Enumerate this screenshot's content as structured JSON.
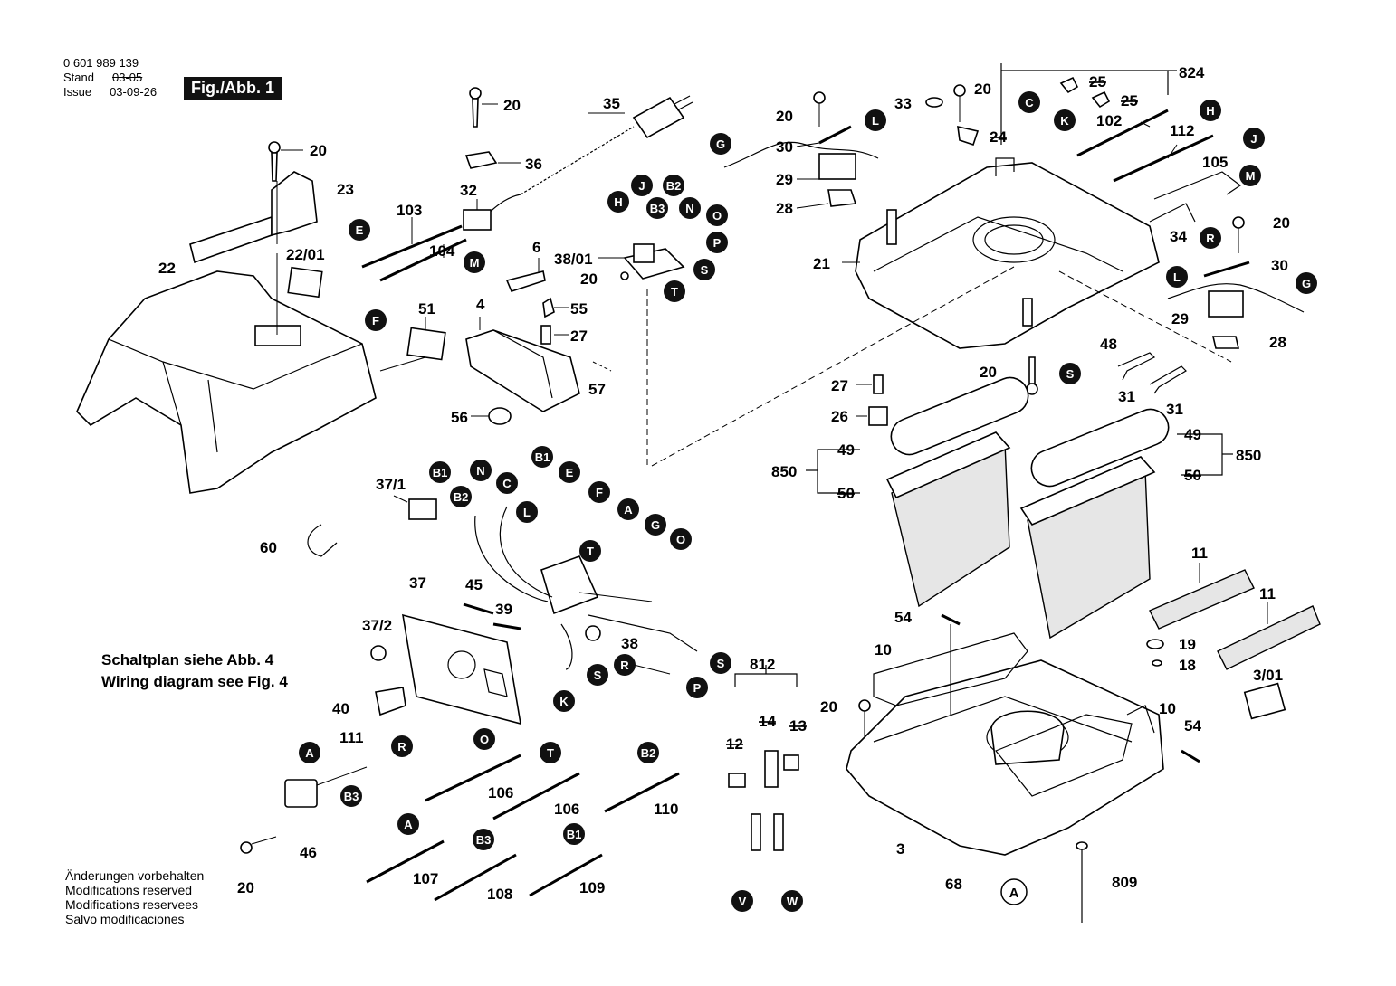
{
  "header": {
    "part_number": "0 601 989 139",
    "stand_label": "Stand",
    "stand_value": "03-05",
    "issue_label": "Issue",
    "issue_value": "03-09-26",
    "figure": "Fig./Abb. 1"
  },
  "notes": {
    "schaltplan": "Schaltplan siehe Abb. 4",
    "wiring": "Wiring diagram see Fig. 4"
  },
  "disclaimer": [
    "Änderungen vorbehalten",
    "Modifications reserved",
    "Modifications reservees",
    "Salvo modificaciones"
  ],
  "labels": {
    "l20a": "20",
    "l23": "23",
    "l22": "22",
    "l2201": "22/01",
    "l20b": "20",
    "l36": "36",
    "l35": "35",
    "l32": "32",
    "l103": "103",
    "l104": "104",
    "l6": "6",
    "l51": "51",
    "l4": "4",
    "l55": "55",
    "l27a": "27",
    "l57": "57",
    "l56": "56",
    "l3801": "38/01",
    "l20c": "20",
    "l20d": "20",
    "l30a": "30",
    "l29a": "29",
    "l28a": "28",
    "l33": "33",
    "l20e": "20",
    "l24": "24",
    "l25a": "25",
    "l25b": "25",
    "l824": "824",
    "l102": "102",
    "l112": "112",
    "l105": "105",
    "l34": "34",
    "l20f": "20",
    "l30b": "30",
    "l29b": "29",
    "l28b": "28",
    "l21": "21",
    "l48": "48",
    "l20g": "20",
    "l31a": "31",
    "l31b": "31",
    "l27b": "27",
    "l26": "26",
    "l49a": "49",
    "l850a": "850",
    "l50a": "50",
    "l49b": "49",
    "l850b": "850",
    "l50b": "50",
    "l11a": "11",
    "l11b": "11",
    "l371": "37/1",
    "l60": "60",
    "l45": "45",
    "l39": "39",
    "l372": "37/2",
    "l37": "37",
    "l38": "38",
    "l40": "40",
    "l54a": "54",
    "l10a": "10",
    "l812": "812",
    "l14": "14",
    "l13": "13",
    "l12": "12",
    "l20h": "20",
    "l19": "19",
    "l18": "18",
    "l301": "3/01",
    "l10b": "10",
    "l54b": "54",
    "l111": "111",
    "l46": "46",
    "l20i": "20",
    "l106a": "106",
    "l106b": "106",
    "l110": "110",
    "l107": "107",
    "l108": "108",
    "l109": "109",
    "l3": "3",
    "l68": "68",
    "l809": "809"
  },
  "badges": {
    "E1": "E",
    "F1": "F",
    "M1": "M",
    "H1": "H",
    "J1": "J",
    "B21": "B2",
    "B31": "B3",
    "N1": "N",
    "O1": "O",
    "P1": "P",
    "S1": "S",
    "T1": "T",
    "G1": "G",
    "L1": "L",
    "C1": "C",
    "K1": "K",
    "H2": "H",
    "J2": "J",
    "M2": "M",
    "R1": "R",
    "L2": "L",
    "G2": "G",
    "S2": "S",
    "B11": "B1",
    "B22": "B2",
    "N2": "N",
    "C2": "C",
    "B12": "B1",
    "E2": "E",
    "F2": "F",
    "L3": "L",
    "A1": "A",
    "G3": "G",
    "O2": "O",
    "T2": "T",
    "S3": "S",
    "R2": "R",
    "P2": "P",
    "K2": "K",
    "A2": "A",
    "R3": "R",
    "B32": "B3",
    "O3": "O",
    "T3": "T",
    "B23": "B2",
    "A3": "A",
    "B33": "B3",
    "B13": "B1",
    "V1": "V",
    "W1": "W",
    "A4": "A"
  }
}
